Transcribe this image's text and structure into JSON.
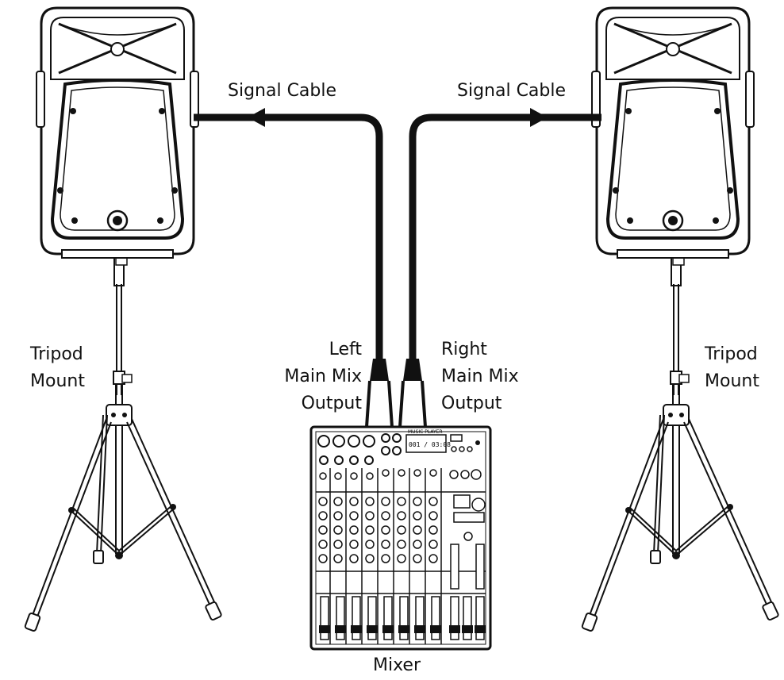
{
  "labels": {
    "signal_cable_left": "Signal Cable",
    "signal_cable_right": "Signal Cable",
    "tripod_left_1": "Tripod",
    "tripod_left_2": "Mount",
    "tripod_right_1": "Tripod",
    "tripod_right_2": "Mount",
    "left_output_1": "Left",
    "left_output_2": "Main Mix",
    "left_output_3": "Output",
    "right_output_1": "Right",
    "right_output_2": "Main Mix",
    "right_output_3": "Output",
    "mixer": "Mixer"
  },
  "mixer_display": {
    "title": "MUSIC PLAYER",
    "readout": "001 / 03:08"
  },
  "colors": {
    "line": "#111111",
    "background": "#ffffff"
  }
}
